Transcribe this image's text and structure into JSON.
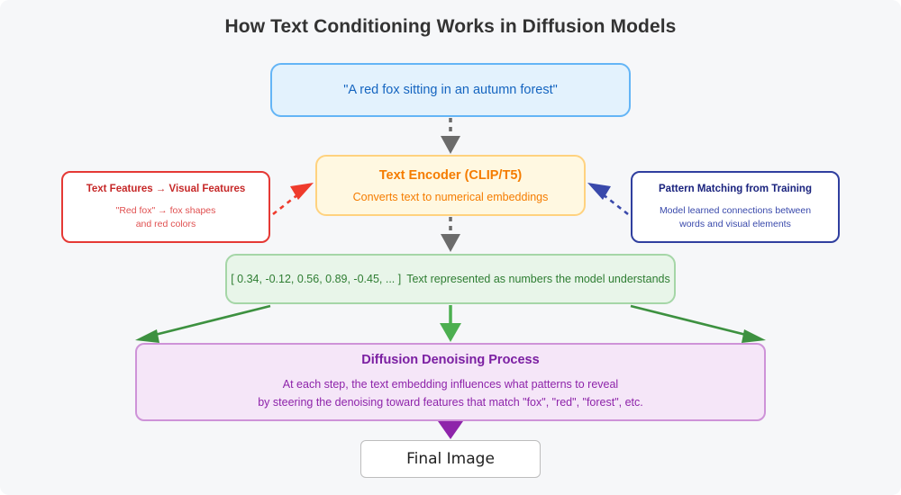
{
  "page": {
    "title": "How Text Conditioning Works in Diffusion Models",
    "background_color": "#f6f7f9"
  },
  "nodes": {
    "prompt": {
      "text": "\"A red fox sitting in an autumn forest\"",
      "fill": "#e3f2fd",
      "stroke": "#64b5f6",
      "text_color": "#1565c0"
    },
    "encoder": {
      "title": "Text Encoder (CLIP/T5)",
      "subtitle": "Converts text to numerical embeddings",
      "fill": "#fff8e1",
      "stroke": "#ffd27f",
      "text_color": "#f57c00"
    },
    "left_note": {
      "title": "Text Features → Visual Features",
      "line1": "\"Red fox\" → fox shapes",
      "line2": "and red colors",
      "fill": "#ffffff",
      "stroke": "#e53935",
      "title_color": "#c62828",
      "text_color": "#e05050"
    },
    "right_note": {
      "title": "Pattern Matching from Training",
      "line1": "Model learned connections between",
      "line2": "words and visual elements",
      "fill": "#ffffff",
      "stroke": "#303f9f",
      "title_color": "#1a237e",
      "text_color": "#3949ab"
    },
    "embedding": {
      "vector": "[ 0.34, -0.12, 0.56, 0.89, -0.45, ... ]",
      "caption": "Text represented as numbers the model understands",
      "fill": "#e8f5e9",
      "stroke": "#a5d6a7",
      "text_color": "#2e7d32"
    },
    "diffusion": {
      "title": "Diffusion Denoising Process",
      "line1": "At each step, the text embedding influences what patterns to reveal",
      "line2": "by steering the denoising toward features that match \"fox\", \"red\", \"forest\", etc.",
      "fill": "#f5e6f8",
      "stroke": "#ce93d8",
      "title_color": "#7b1fa2",
      "text_color": "#8e24aa"
    },
    "final": {
      "text": "Final Image",
      "fill": "#ffffff",
      "stroke": "#bdbdbd",
      "text_color": "#212121"
    }
  },
  "edges": {
    "prompt_to_encoder": {
      "style": "dashed",
      "color": "#6b6b6b"
    },
    "encoder_to_embedding": {
      "style": "dashed",
      "color": "#6b6b6b"
    },
    "left_note_to_encoder": {
      "style": "dashed",
      "color": "#ef3b2c"
    },
    "right_note_to_encoder": {
      "style": "dashed",
      "color": "#3949ab"
    },
    "embedding_to_diffusion_left": {
      "style": "solid",
      "color": "#3d9140"
    },
    "embedding_to_diffusion_center": {
      "style": "solid",
      "color": "#4caf50"
    },
    "embedding_to_diffusion_right": {
      "style": "solid",
      "color": "#3d9140"
    },
    "diffusion_to_final": {
      "style": "solid",
      "color": "#8e24aa"
    }
  }
}
